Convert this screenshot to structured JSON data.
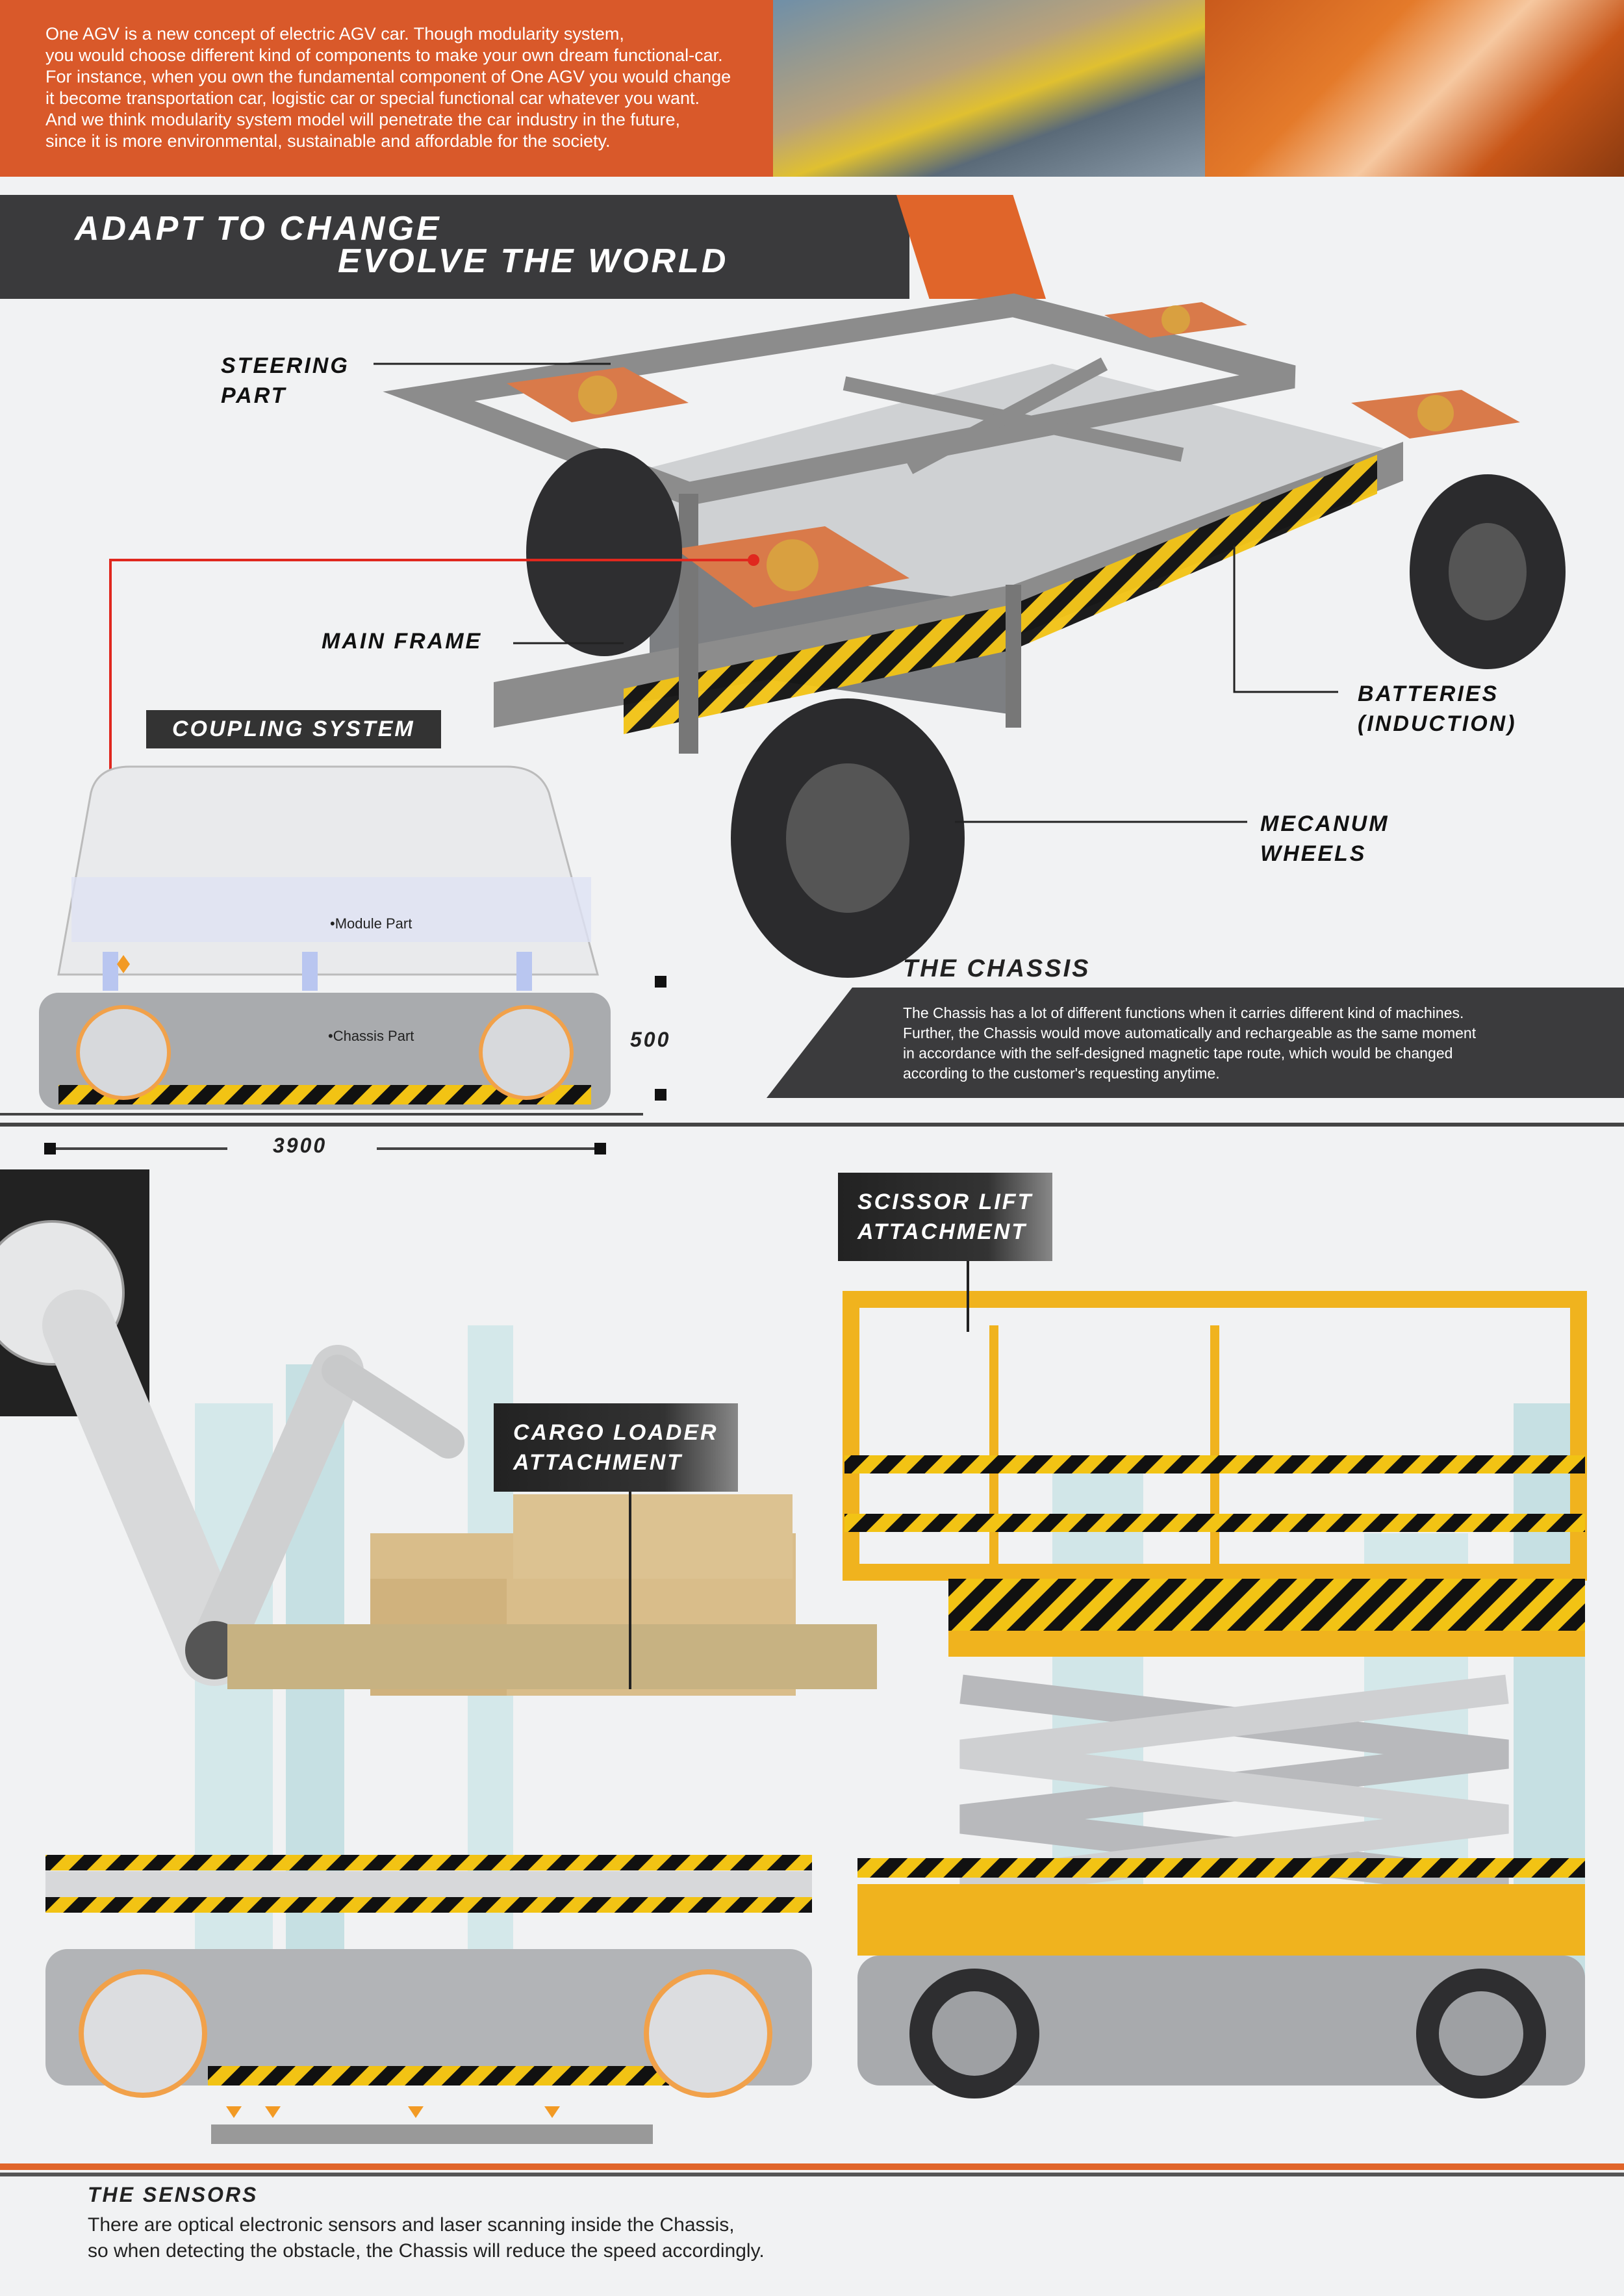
{
  "intro": {
    "lines": [
      "One AGV  is a new concept of electric AGV car. Though modularity system,",
      "you would choose different kind of components to make your own dream functional-car.",
      "For instance, when you own the fundamental component of One AGV you would change",
      "it become transportation car, logistic car or special functional car whatever you want.",
      "And we think modularity system model will penetrate the car industry in the future,",
      "since it is more environmental, sustainable and affordable for the society."
    ]
  },
  "banner": {
    "line1": "ADAPT TO CHANGE",
    "line2": "EVOLVE THE WORLD"
  },
  "labels": {
    "steering": [
      "STEERING",
      "PART"
    ],
    "main_frame": "MAIN FRAME",
    "batteries": [
      "BATTERIES",
      "(INDUCTION)"
    ],
    "mecanum": [
      "MECANUM",
      "WHEELS"
    ],
    "coupling": "COUPLING SYSTEM",
    "module_part": "•Module Part",
    "chassis_part": "•Chassis Part",
    "height_dim": "500",
    "length_dim": "3900",
    "scissor": [
      "SCISSOR LIFT",
      "ATTACHMENT"
    ],
    "cargo": [
      "CARGO LOADER",
      "ATTACHMENT"
    ]
  },
  "chassis": {
    "title": "THE CHASSIS",
    "lines": [
      "The Chassis has a lot of different functions when it carries different kind of machines.",
      "Further, the Chassis would move automatically and rechargeable as the same moment",
      "in accordance with the self-designed magnetic tape route, which would be changed",
      "according to the customer's requesting anytime."
    ]
  },
  "sensors": {
    "title": "THE SENSORS",
    "lines": [
      "There are optical electronic sensors and laser scanning inside the Chassis,",
      "so when detecting the obstacle, the Chassis will reduce the speed accordingly."
    ]
  },
  "colors": {
    "accent": "#e0652a",
    "dark": "#3a3a3c",
    "yellow": "#f2c314",
    "frame": "#8c8c8c"
  }
}
